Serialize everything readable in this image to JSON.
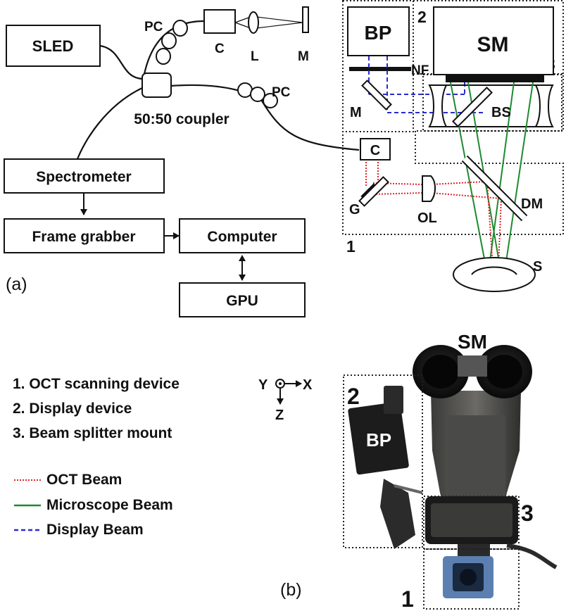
{
  "panel_a": {
    "panel_label": "(a)",
    "boxes": {
      "sled": "SLED",
      "spectrometer": "Spectrometer",
      "frame_grabber": "Frame grabber",
      "computer": "Computer",
      "gpu": "GPU",
      "bp": "BP",
      "sm": "SM",
      "c_collimator_oct": "C"
    },
    "labels": {
      "coupler": "50:50 coupler",
      "pc_top": "PC",
      "pc_mid": "PC",
      "c_ref": "C",
      "l_ref": "L",
      "m_ref": "M",
      "m_display": "M",
      "nf": "NF",
      "bs": "BS",
      "g": "G",
      "ol": "OL",
      "dm": "DM",
      "s": "S",
      "region_1": "1",
      "region_2": "2",
      "region_3": "3"
    }
  },
  "panel_b": {
    "panel_label": "(b)",
    "legend_items": [
      "1. OCT scanning device",
      "2. Display device",
      "3. Beam splitter mount"
    ],
    "beam_legend": [
      {
        "label": "OCT Beam",
        "color": "#e0242a",
        "style": "dotted"
      },
      {
        "label": "Microscope Beam",
        "color": "#1e8a2e",
        "style": "solid"
      },
      {
        "label": "Display Beam",
        "color": "#2a2ad0",
        "style": "dashed"
      }
    ],
    "axes": {
      "y": "Y",
      "x": "X",
      "z": "Z"
    },
    "photo_labels": {
      "sm": "SM",
      "bp": "BP",
      "region_1": "1",
      "region_2": "2",
      "region_3": "3"
    }
  },
  "colors": {
    "oct_beam": "#e0242a",
    "microscope_beam": "#1e8a2e",
    "display_beam": "#2a2ad0",
    "line": "#111111"
  }
}
